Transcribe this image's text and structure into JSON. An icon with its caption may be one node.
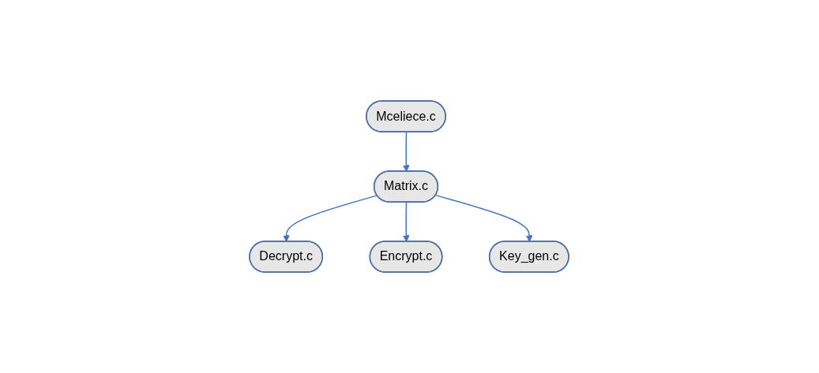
{
  "diagram": {
    "nodes": [
      {
        "text": [
          "Mceliece.c"
        ]
      },
      {
        "text": [
          "Matrix.c"
        ]
      },
      {
        "text": [
          "Decrypt.c"
        ]
      },
      {
        "text": [
          "Encrypt.c"
        ]
      },
      {
        "text": [
          "Key_gen.c"
        ]
      }
    ],
    "edges": [
      {
        "from": 0,
        "to": 1,
        "arrow": "to"
      },
      {
        "from": 1,
        "to": 2,
        "arrow": "to"
      },
      {
        "from": 1,
        "to": 3,
        "arrow": "to"
      },
      {
        "from": 1,
        "to": 4,
        "arrow": "to"
      }
    ]
  }
}
